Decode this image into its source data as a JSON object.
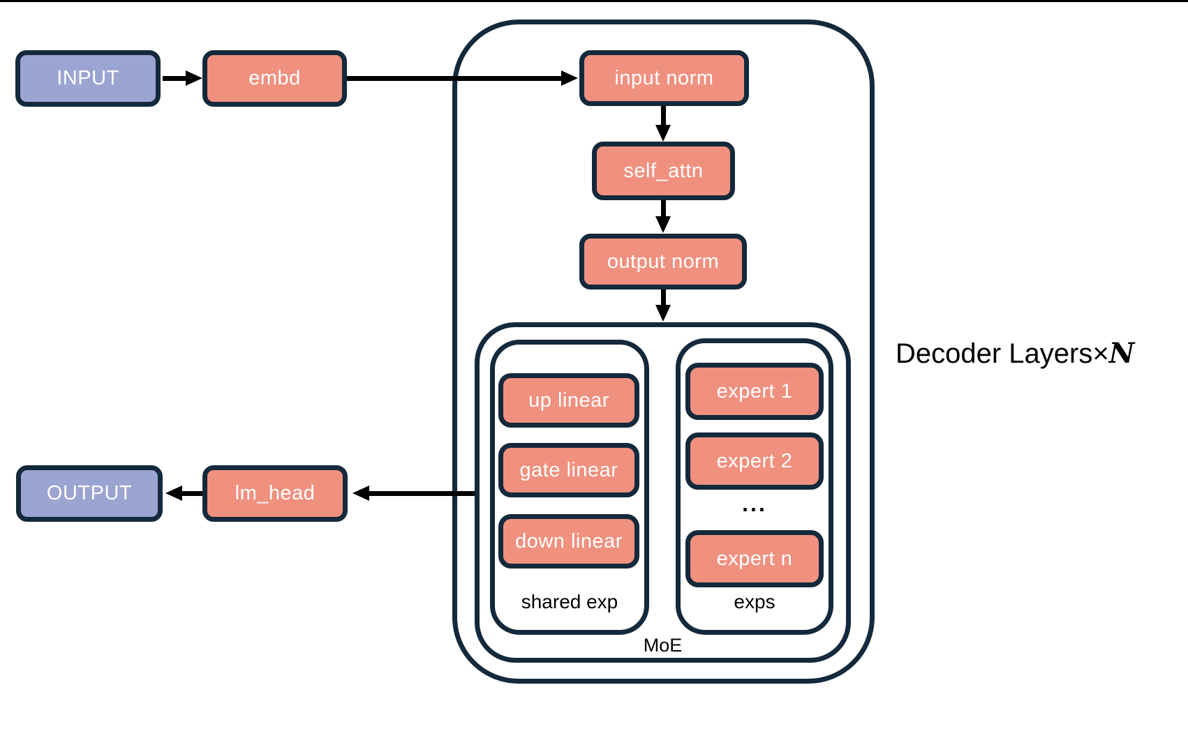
{
  "labels": {
    "input": "INPUT",
    "embd": "embd",
    "input_norm": "input norm",
    "self_attn": "self_attn",
    "output_norm": "output norm",
    "up_linear": "up linear",
    "gate_linear": "gate linear",
    "down_linear": "down linear",
    "expert_1": "expert 1",
    "expert_2": "expert 2",
    "ellipsis": "...",
    "expert_n": "expert n",
    "shared_exp": "shared exp",
    "exps": "exps",
    "moe": "MoE",
    "lm_head": "lm_head",
    "output": "OUTPUT",
    "decoder_layers": "Decoder Layers",
    "times_symbol": "×",
    "n_symbol": "N"
  },
  "colors": {
    "purple": "#9CA4D2",
    "salmon": "#F0907F",
    "border": "#14293B",
    "arrow": "#000000"
  }
}
